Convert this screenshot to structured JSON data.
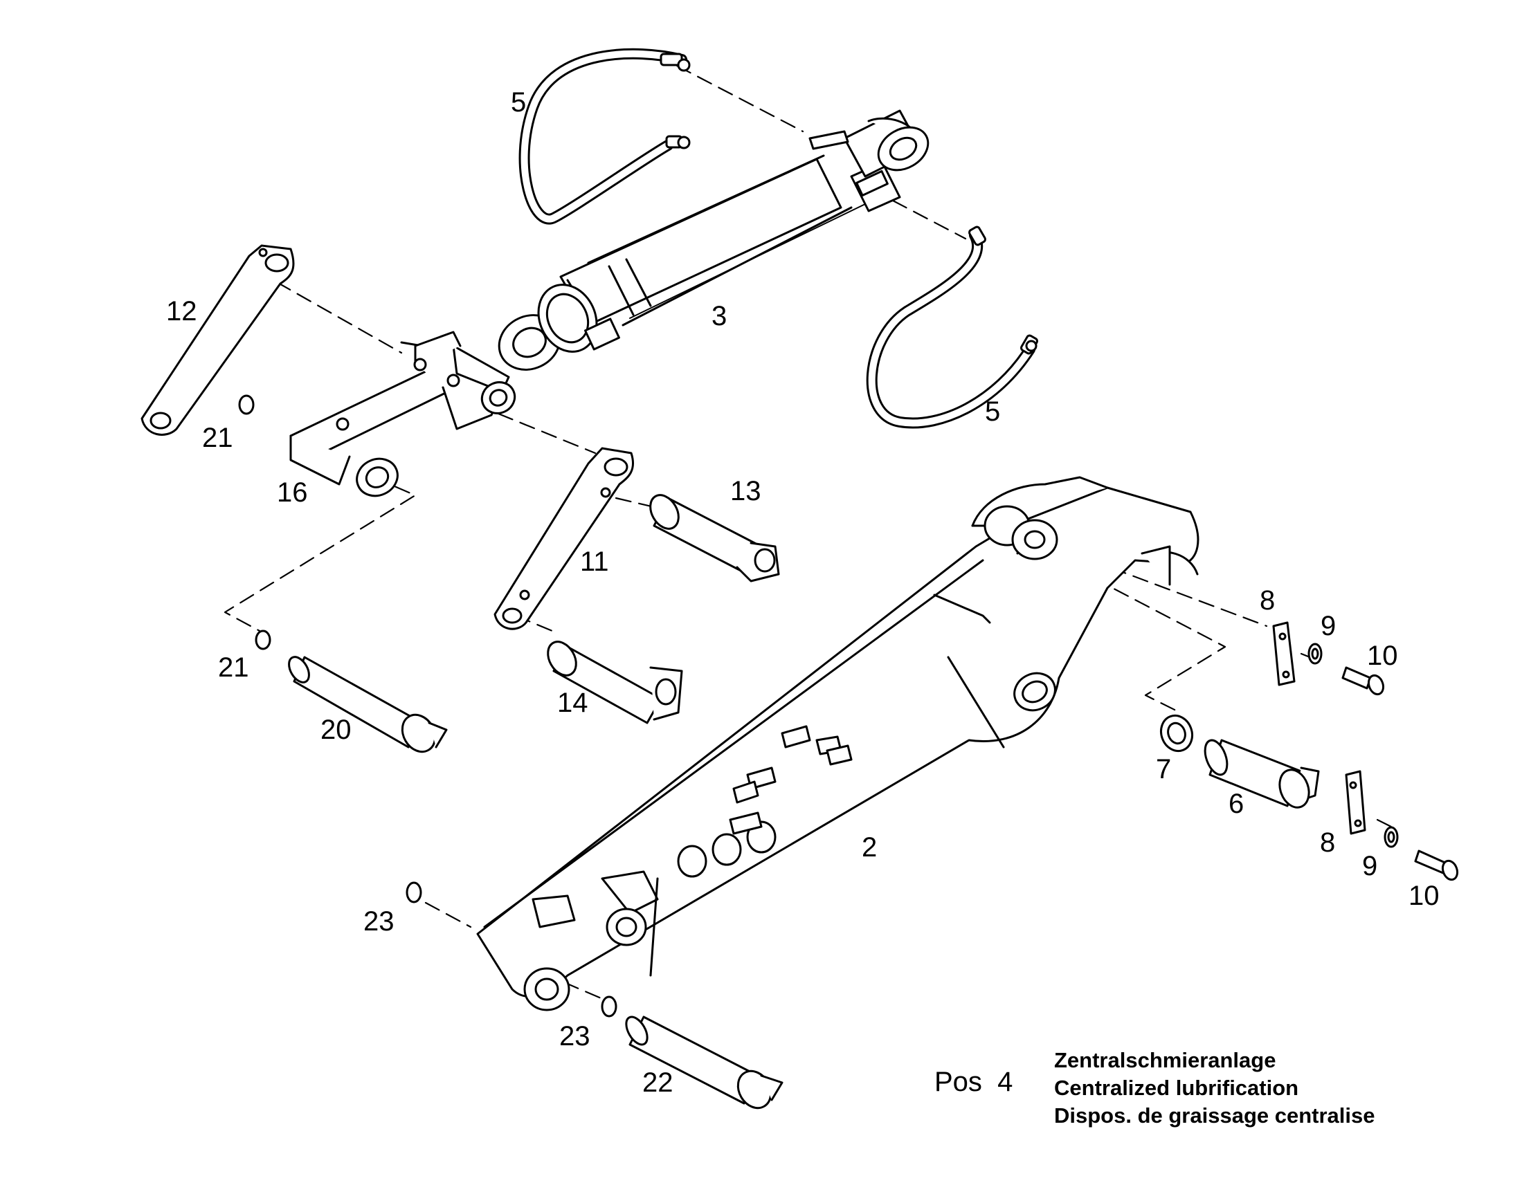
{
  "callouts": {
    "p2": "2",
    "p3": "3",
    "p5a": "5",
    "p5b": "5",
    "p6": "6",
    "p7": "7",
    "p8a": "8",
    "p8b": "8",
    "p9a": "9",
    "p9b": "9",
    "p10a": "10",
    "p10b": "10",
    "p11": "11",
    "p12": "12",
    "p13": "13",
    "p14": "14",
    "p16": "16",
    "p20": "20",
    "p21a": "21",
    "p21b": "21",
    "p22": "22",
    "p23a": "23",
    "p23b": "23"
  },
  "position": {
    "prefix": "Pos",
    "number": "4"
  },
  "legend": {
    "de": "Zentralschmieranlage",
    "en": "Centralized lubrification",
    "fr": "Dispos. de graissage centralise"
  },
  "colors": {
    "line": "#000000",
    "background": "#ffffff"
  }
}
